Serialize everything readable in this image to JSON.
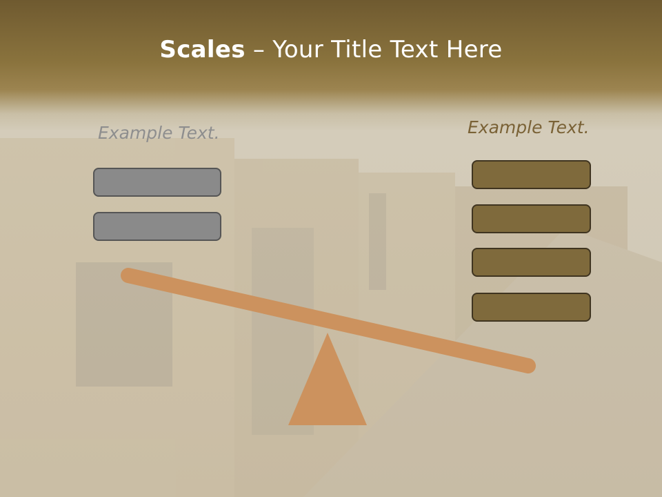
{
  "slide": {
    "title_bold": "Scales",
    "title_rest": " – Your Title Text Here"
  },
  "left": {
    "label": "Example Text."
  },
  "right": {
    "label": "Example Text."
  },
  "colors": {
    "beam": "#cc925e",
    "fulcrum": "#cc925e",
    "left_box": "#8a8a8a",
    "right_box": "#7f6a3c"
  }
}
